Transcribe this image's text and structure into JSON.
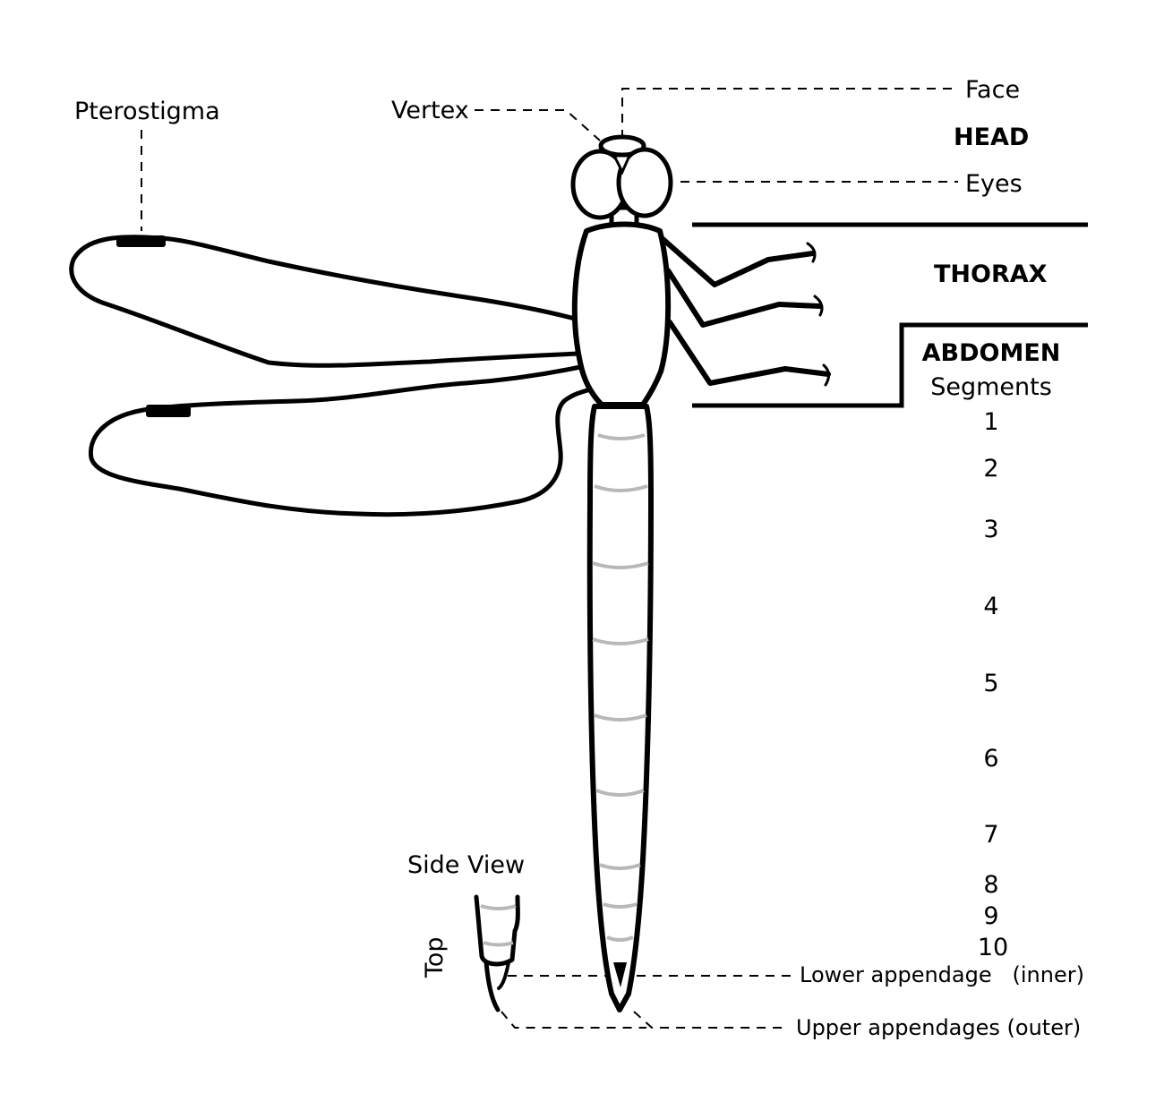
{
  "labels": {
    "face": "Face",
    "head": "HEAD",
    "eyes": "Eyes",
    "vertex": "Vertex",
    "pterostigma": "Pterostigma",
    "thorax": "THORAX",
    "abdomen": "ABDOMEN",
    "segments": "Segments",
    "side_view": "Side View",
    "top": "Top",
    "lower_appendage": "Lower appendage   (inner)",
    "upper_appendages": "Upper appendages (outer)"
  },
  "segment_numbers": [
    "1",
    "2",
    "3",
    "4",
    "5",
    "6",
    "7",
    "8",
    "9",
    "10"
  ],
  "colors": {
    "outline": "#000000",
    "segment_line": "#b8b8b8"
  }
}
